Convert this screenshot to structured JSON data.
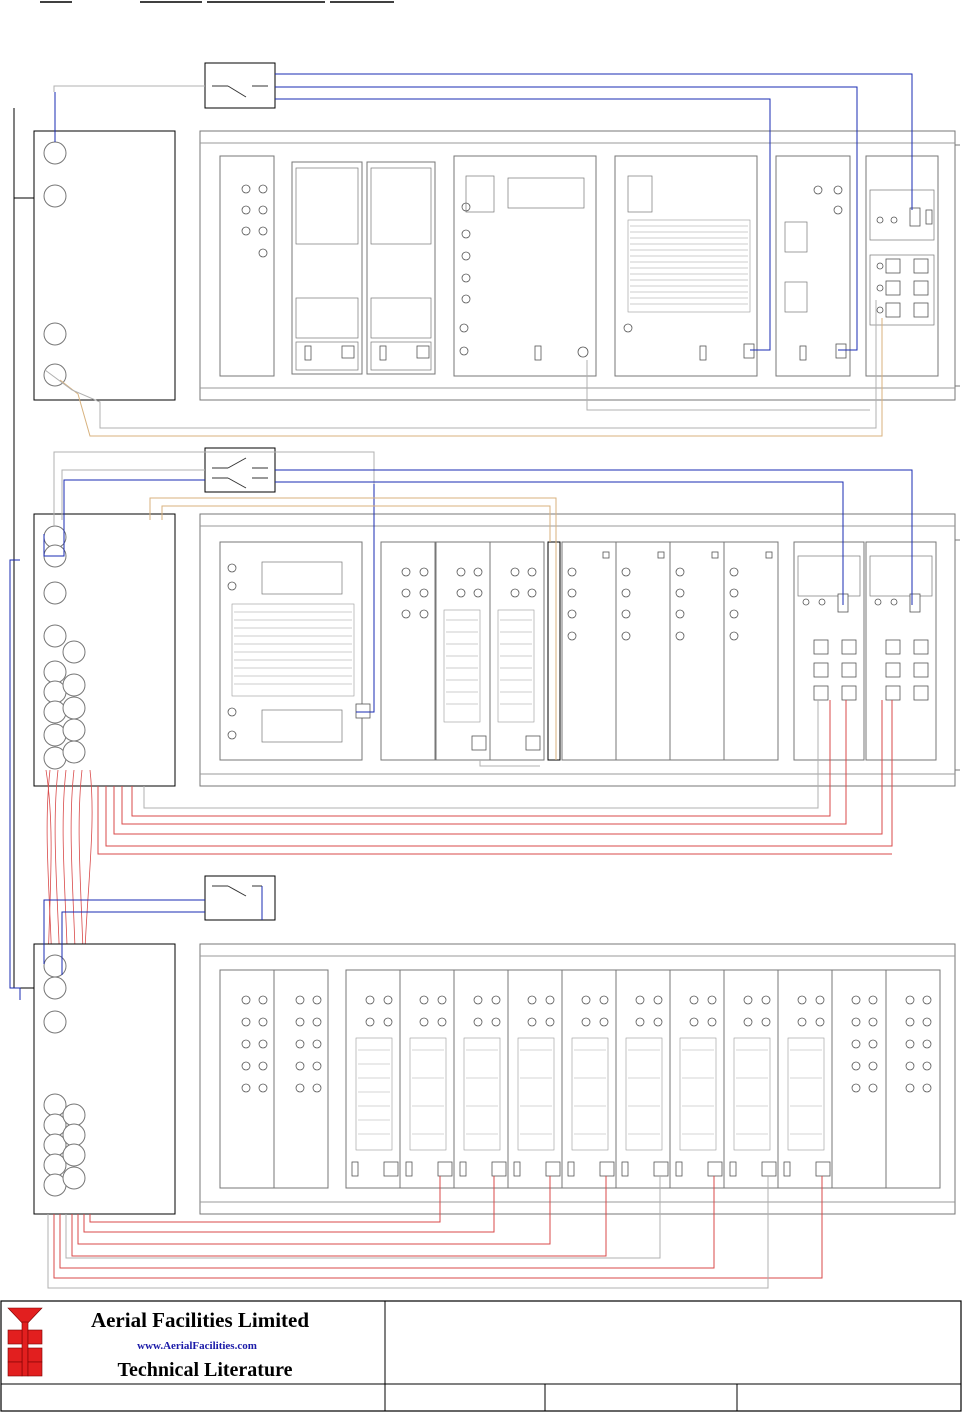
{
  "title_block": {
    "company": "Aerial  Facilities  Limited",
    "website": "www.AerialFacilities.com",
    "subtitle": "Technical Literature"
  },
  "colors": {
    "frame": "#000000",
    "panel": "#777777",
    "blue_wire": "#1a2bb3",
    "red_wire": "#d94a4a",
    "orange_wire": "#d8b27e",
    "grey_wire": "#b0b0b0",
    "logo_red": "#e21f1f"
  },
  "icons": [
    "switch-icon",
    "connector-icon",
    "logo-icon"
  ]
}
